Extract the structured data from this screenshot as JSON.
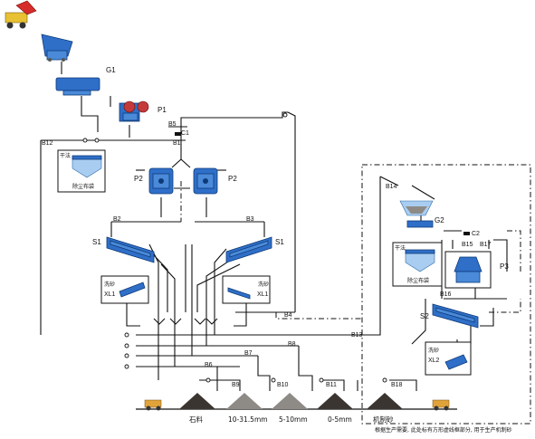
{
  "equipment": {
    "g1": "G1",
    "p1": "P1",
    "p2_left": "P2",
    "p2_right": "P2",
    "s1_left": "S1",
    "s1_right": "S1",
    "xl1_left": "XL1",
    "xl1_right": "XL1",
    "g2": "G2",
    "p3": "P3",
    "s2": "S2",
    "xl2": "XL2",
    "c1": "C1",
    "c2": "C2"
  },
  "belts": {
    "b1": "B1",
    "b2": "B2",
    "b3": "B3",
    "b4": "B4",
    "b5": "B5",
    "b6": "B6",
    "b7": "B7",
    "b8": "B8",
    "b9": "B9",
    "b10": "B10",
    "b11": "B11",
    "b12": "B12",
    "b13": "B13",
    "b14": "B14",
    "b15": "B15",
    "b16": "B16",
    "b17": "B17",
    "b18": "B18"
  },
  "labels": {
    "dry_method_left": "干法",
    "dust_collector_left": "除尘布袋",
    "dry_method_right": "干法",
    "dust_collector_right": "除尘布袋",
    "washer_left": "洗砂",
    "washer_right": "洗砂",
    "washer_xl2": "洗砂"
  },
  "products": {
    "ballast": "石料",
    "size_1": "10-31.5mm",
    "size_2": "5-10mm",
    "size_3": "0-5mm",
    "sand": "机制砂"
  },
  "footnote": "根据生产需要, 此处标有方形虚线框部分, 用于生产机制砂"
}
